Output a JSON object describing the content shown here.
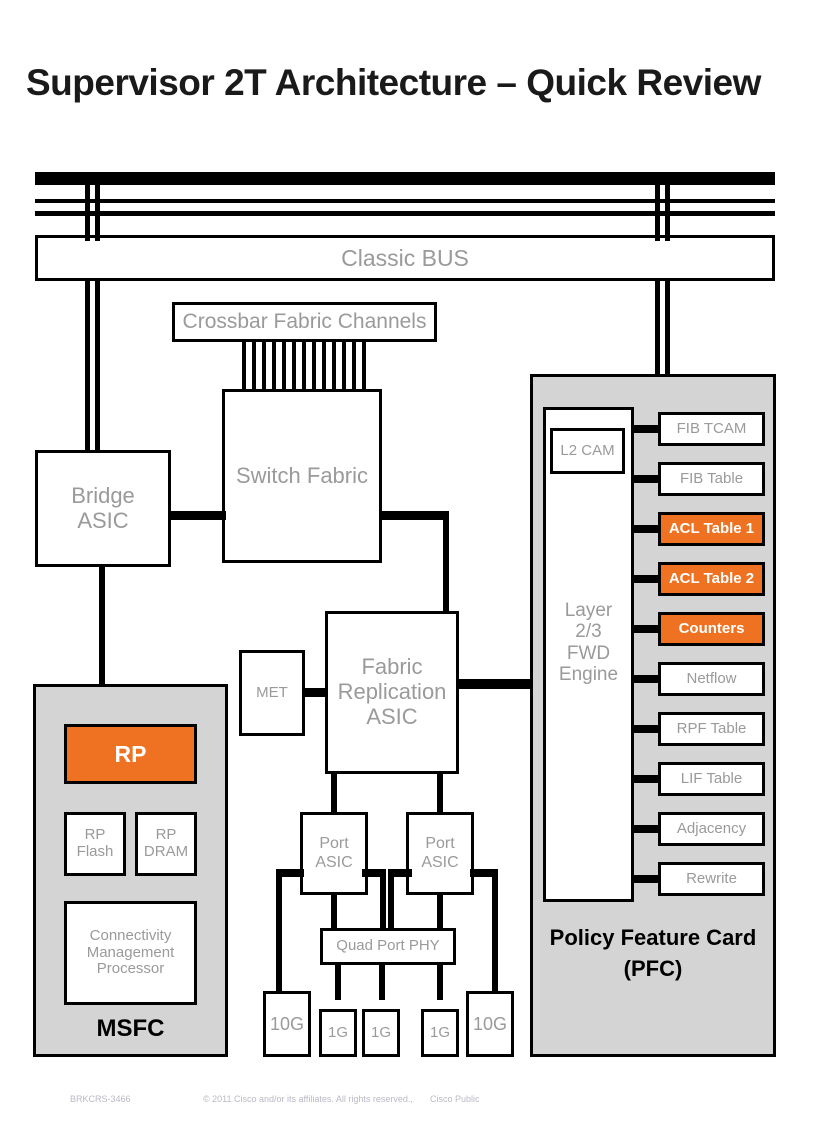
{
  "slide": {
    "title": "Supervisor 2T Architecture – Quick Review",
    "accent_orange": "#ee7222",
    "panel_gray": "#d4d4d4",
    "label_gray": "#9a9a9a"
  },
  "bus": {
    "classic_bus_label": "Classic BUS",
    "crossbar_label": "Crossbar Fabric Channels"
  },
  "blocks": {
    "bridge_asic": "Bridge\nASIC",
    "bridge_asic_line1": "Bridge",
    "bridge_asic_line2": "ASIC",
    "switch_fabric": "Switch Fabric",
    "met": "MET",
    "fabric_replication_line1": "Fabric",
    "fabric_replication_line2": "Replication",
    "fabric_replication_line3": "ASIC",
    "port_asic_line1": "Port",
    "port_asic_line2": "ASIC",
    "quad_port_phy": "Quad Port PHY"
  },
  "ports": [
    {
      "label": "10G",
      "size": "big"
    },
    {
      "label": "1G",
      "size": "small"
    },
    {
      "label": "1G",
      "size": "small"
    },
    {
      "label": "1G",
      "size": "small"
    },
    {
      "label": "10G",
      "size": "big"
    }
  ],
  "msfc": {
    "panel_label": "MSFC",
    "rp": "RP",
    "rp_flash_line1": "RP",
    "rp_flash_line2": "Flash",
    "rp_dram_line1": "RP",
    "rp_dram_line2": "DRAM",
    "cmp_line1": "Connectivity",
    "cmp_line2": "Management",
    "cmp_line3": "Processor"
  },
  "pfc": {
    "panel_label_line1": "Policy Feature Card",
    "panel_label_line2": "(PFC)",
    "l2_cam": "L2 CAM",
    "engine_line1": "Layer",
    "engine_line2": "2/3",
    "engine_line3": "FWD",
    "engine_line4": "Engine",
    "tables": [
      {
        "label": "FIB TCAM",
        "highlight": false
      },
      {
        "label": "FIB Table",
        "highlight": false
      },
      {
        "label": "ACL Table 1",
        "highlight": true
      },
      {
        "label": "ACL Table 2",
        "highlight": true
      },
      {
        "label": "Counters",
        "highlight": true
      },
      {
        "label": "Netflow",
        "highlight": false
      },
      {
        "label": "RPF Table",
        "highlight": false
      },
      {
        "label": "LIF Table",
        "highlight": false
      },
      {
        "label": "Adjacency",
        "highlight": false
      },
      {
        "label": "Rewrite",
        "highlight": false
      }
    ]
  },
  "footer": {
    "session_code": "BRKCRS-3466",
    "copyright": "© 2011 Cisco and/or its affiliates. All rights reserved.,",
    "classification": "Cisco Public"
  }
}
